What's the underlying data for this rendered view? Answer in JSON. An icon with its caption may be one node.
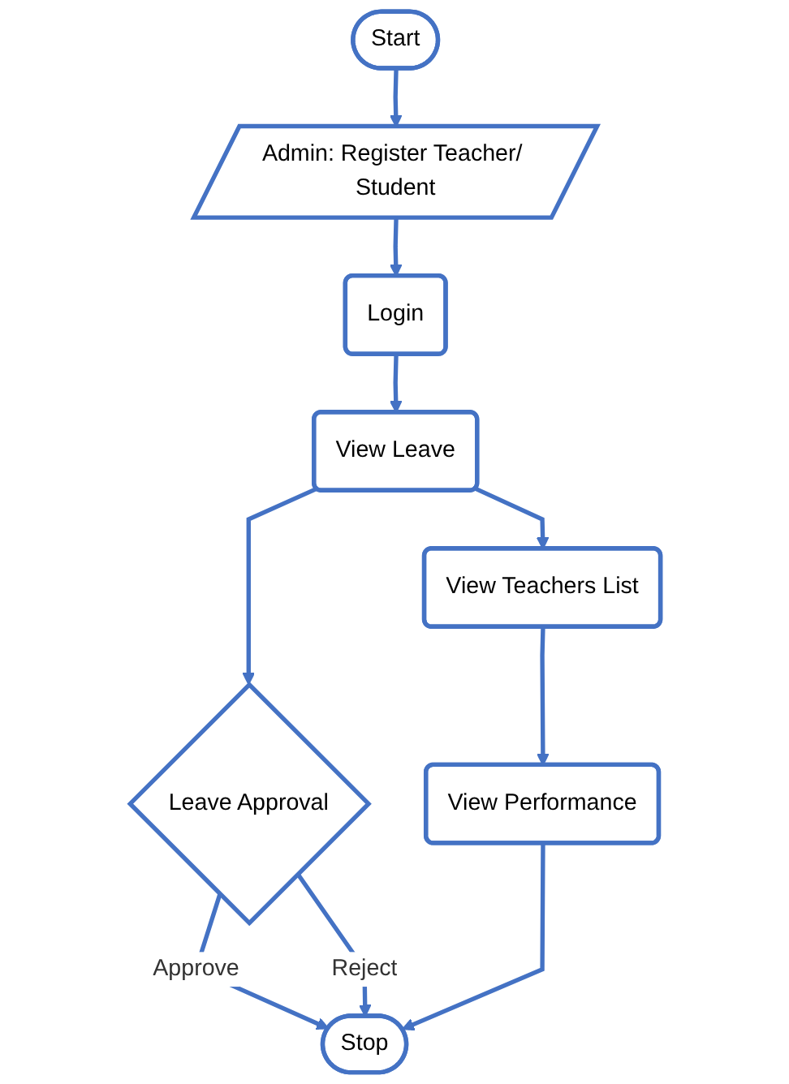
{
  "diagram": {
    "nodes": [
      {
        "text": [
          "Start"
        ]
      },
      {
        "text": [
          "Admin: Register Teacher/ Student"
        ]
      },
      {
        "text": [
          "Login"
        ]
      },
      {
        "text": [
          "View Leave"
        ]
      },
      {
        "text": [
          "View Teachers List"
        ]
      },
      {
        "text": [
          "View Performance"
        ]
      },
      {
        "text": [
          "Leave Approval"
        ]
      },
      {
        "text": [
          "Stop"
        ]
      }
    ],
    "edges": [
      {
        "from": 0,
        "to": 1,
        "arrow": "to"
      },
      {
        "from": 1,
        "to": 2,
        "arrow": "to"
      },
      {
        "from": 2,
        "to": 3,
        "arrow": "to"
      },
      {
        "from": 3,
        "to": 4,
        "arrow": "to"
      },
      {
        "from": 4,
        "to": 5,
        "arrow": "to"
      },
      {
        "from": 3,
        "to": 6,
        "arrow": "to"
      },
      {
        "from": 6,
        "to": 7,
        "label": "Approve",
        "arrow": "to"
      },
      {
        "from": 6,
        "to": 7,
        "label": "Reject",
        "arrow": "to"
      },
      {
        "from": 5,
        "to": 7,
        "arrow": "to"
      }
    ]
  }
}
